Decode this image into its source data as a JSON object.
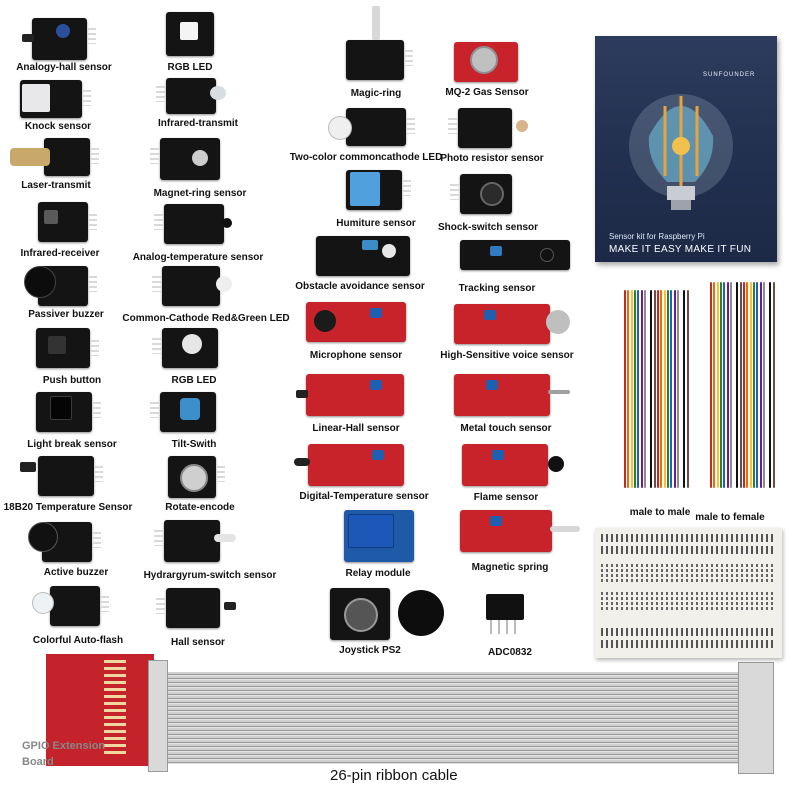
{
  "labels": {
    "analogy_hall": "Analogy-hall sensor",
    "rgb_led_1": "RGB LED",
    "magic_ring": "Magic-ring",
    "mq2": "MQ-2 Gas Sensor",
    "knock": "Knock sensor",
    "ir_transmit": "Infrared-transmit",
    "two_color": "Two-color commoncathode LED",
    "photo_resistor": "Photo resistor sensor",
    "laser": "Laser-transmit",
    "magnet_ring": "Magnet-ring sensor",
    "humiture": "Humiture sensor",
    "shock_switch": "Shock-switch sensor",
    "ir_receiver": "Infrared-receiver",
    "analog_temp": "Analog-temperature sensor",
    "obstacle": "Obstacle avoidance sensor",
    "tracking": "Tracking sensor",
    "passive_buzzer": "Passiver buzzer",
    "rg_led": "Common-Cathode Red&Green LED",
    "microphone": "Microphone sensor",
    "hs_voice": "High-Sensitive voice sensor",
    "push_button": "Push button",
    "rgb_led_2": "RGB LED",
    "linear_hall": "Linear-Hall sensor",
    "metal_touch": "Metal touch sensor",
    "light_break": "Light break sensor",
    "tilt": "Tilt-Swith",
    "digital_temp": "Digital-Temperature sensor",
    "flame": "Flame sensor",
    "ds18b20": "18B20 Temperature Sensor",
    "rotate": "Rotate-encode",
    "relay": "Relay module",
    "magnetic_spring": "Magnetic spring",
    "active_buzzer": "Active buzzer",
    "mercury": "Hydrargyrum-switch sensor",
    "joystick": "Joystick PS2",
    "adc": "ADC0832",
    "auto_flash": "Colorful Auto-flash",
    "hall": "Hall sensor",
    "male_male": "male to male",
    "male_female": "male to female",
    "gpio_1": "GPIO Extension",
    "gpio_2": "Board",
    "ribbon": "26-pin ribbon cable"
  },
  "box": {
    "brand": "SUNFOUNDER",
    "subtitle": "Sensor kit for Raspberry Pi",
    "tagline": "MAKE IT EASY MAKE IT FUN"
  },
  "colors": {
    "module_black": "#141414",
    "module_red": "#c8232b",
    "box_blue": "#22304f"
  }
}
